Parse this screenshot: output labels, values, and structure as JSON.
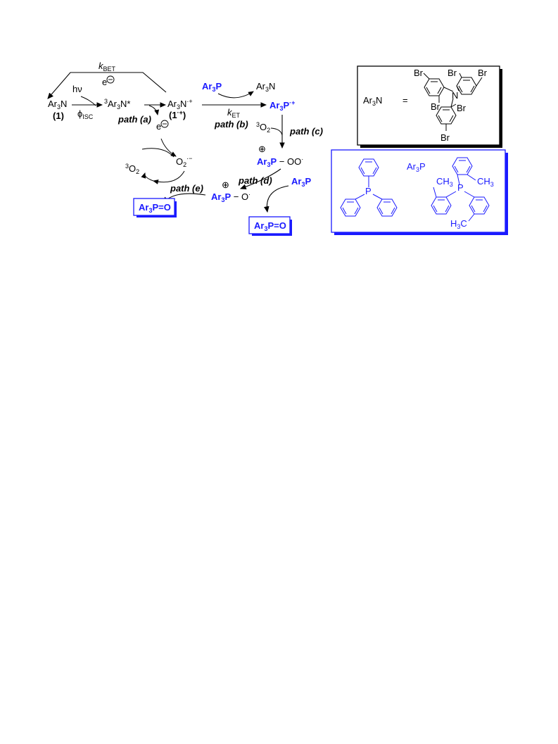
{
  "colors": {
    "text": "#000000",
    "accent": "#1a1aff",
    "box_border": "#1a1aff",
    "box_shadow": "#000000"
  },
  "scheme": {
    "kbet": {
      "k": "k",
      "sub": "BET"
    },
    "electron": "e",
    "ar3n_1": {
      "main": "Ar",
      "sub": "3",
      "tail": "N",
      "label": "1"
    },
    "hv": "hν",
    "phi": {
      "main": "ϕ",
      "sub": "ISC"
    },
    "triplet": {
      "sup": "3",
      "main": "Ar",
      "sub": "3",
      "tail": "N*"
    },
    "radical_cation": {
      "main": "Ar",
      "sub": "3",
      "tail": "N",
      "charge": "·+",
      "label": "1",
      "label_charge": "·+"
    },
    "path_a": "path (a)",
    "path_b": "path (b)",
    "path_c": "path (c)",
    "path_d": "path (d)",
    "path_e": "path (e)",
    "ar3p_reagent": {
      "main": "Ar",
      "sub": "3",
      "tail": "P"
    },
    "ar3n_regen": {
      "main": "Ar",
      "sub": "3",
      "tail": "N"
    },
    "ket": {
      "k": "k",
      "sub": "ET"
    },
    "ar3p_radical": {
      "main": "Ar",
      "sub": "3",
      "tail": "P",
      "charge": "·+"
    },
    "o2_triplet": {
      "sup": "3",
      "main": "O",
      "sub": "2"
    },
    "peroxy": {
      "main": "Ar",
      "sub": "3",
      "tail": "P",
      "rest": "OO",
      "dot": "·",
      "plus": "⊕"
    },
    "superoxide": {
      "main": "O",
      "sub": "2",
      "charge": "·−"
    },
    "oxy": {
      "main": "Ar",
      "sub": "3",
      "tail": "P",
      "rest": "O",
      "dot": "·",
      "plus": "⊕"
    },
    "product_left": "Ar3P=O",
    "product_right": "Ar3P=O",
    "product_parts": {
      "main": "Ar",
      "sub": "3",
      "tail": "P=O"
    }
  },
  "legend_amine": {
    "lhs": {
      "main": "Ar",
      "sub": "3",
      "tail": "N"
    },
    "equals": "=",
    "atoms": {
      "br": "Br",
      "n": "N"
    }
  },
  "legend_phosphine": {
    "title": {
      "main": "Ar",
      "sub": "3",
      "tail": "P"
    },
    "atoms": {
      "p": "P",
      "ch3": "CH",
      "ch3_sub": "3",
      "h3c_h": "H",
      "h3c_sub": "3",
      "h3c_c": "C"
    }
  }
}
